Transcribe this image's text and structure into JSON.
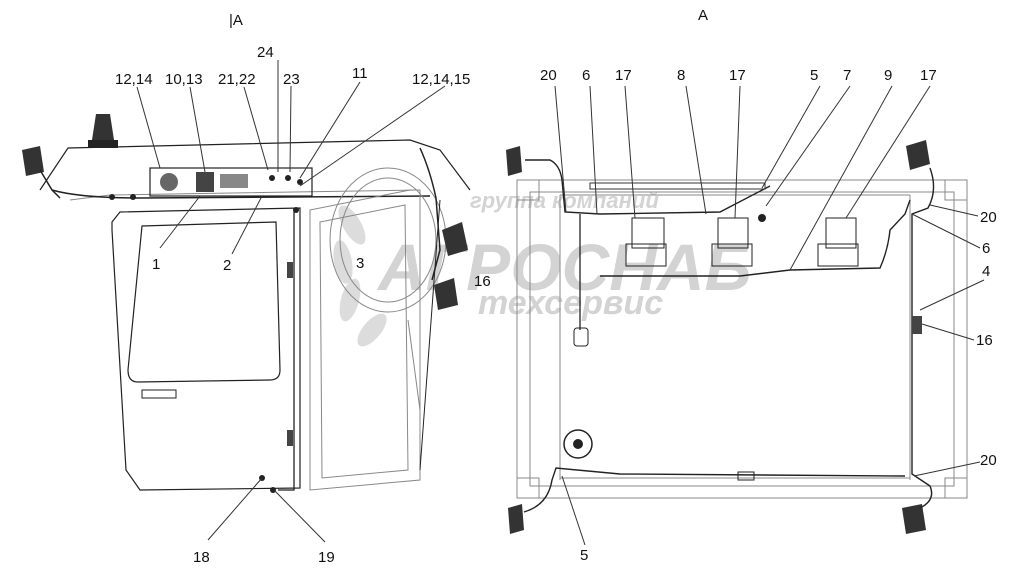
{
  "views": {
    "left_title": "|A",
    "right_title": "A"
  },
  "callouts_left": [
    "12,14",
    "10,13",
    "21,22",
    "24",
    "23",
    "11",
    "12,14,15",
    "1",
    "2",
    "3",
    "16",
    "18",
    "19"
  ],
  "callouts_right": [
    "20",
    "6",
    "17",
    "8",
    "17",
    "5",
    "7",
    "9",
    "17",
    "20",
    "6",
    "4",
    "16",
    "20",
    "5"
  ],
  "watermark": {
    "line1": "группа компаний",
    "line2": "АГРОСНАБ",
    "line3": "техсервис"
  }
}
